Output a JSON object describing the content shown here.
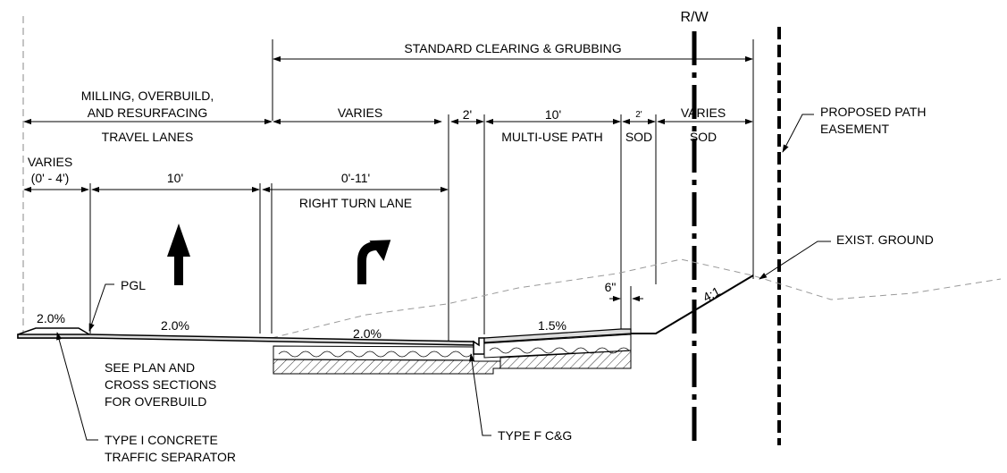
{
  "labels": {
    "rw": "R/W",
    "clearing": "STANDARD CLEARING & GRUBBING",
    "milling_1": "MILLING, OVERBUILD,",
    "milling_2": "AND RESURFACING",
    "travel_lanes": "TRAVEL LANES",
    "varies_mid": "VARIES",
    "dim_2ft": "2'",
    "dim_10ft_path": "10'",
    "multi_use_path": "MULTI-USE PATH",
    "dim_2ft_small": "2'",
    "sod_small": "SOD",
    "varies_right": "VARIES",
    "sod_right": "SOD",
    "proposed_1": "PROPOSED PATH",
    "proposed_2": "EASEMENT",
    "varies_left": "VARIES",
    "varies_left_range": "(0' - 4')",
    "dim_10ft_lane": "10'",
    "turn_range": "0'-11'",
    "right_turn_lane": "RIGHT TURN LANE",
    "exist_ground": "EXIST. GROUND",
    "pgl": "PGL",
    "dim_6in": "6\"",
    "slope_4_1": "4:1",
    "slope_left": "2.0%",
    "slope_lane": "2.0%",
    "slope_turn": "2.0%",
    "slope_path": "1.5%",
    "see_plan_1": "SEE PLAN AND",
    "see_plan_2": "CROSS SECTIONS",
    "see_plan_3": "FOR OVERBUILD",
    "type_f": "TYPE F C&G",
    "type_i_1": "TYPE I CONCRETE",
    "type_i_2": "TRAFFIC SEPARATOR"
  }
}
